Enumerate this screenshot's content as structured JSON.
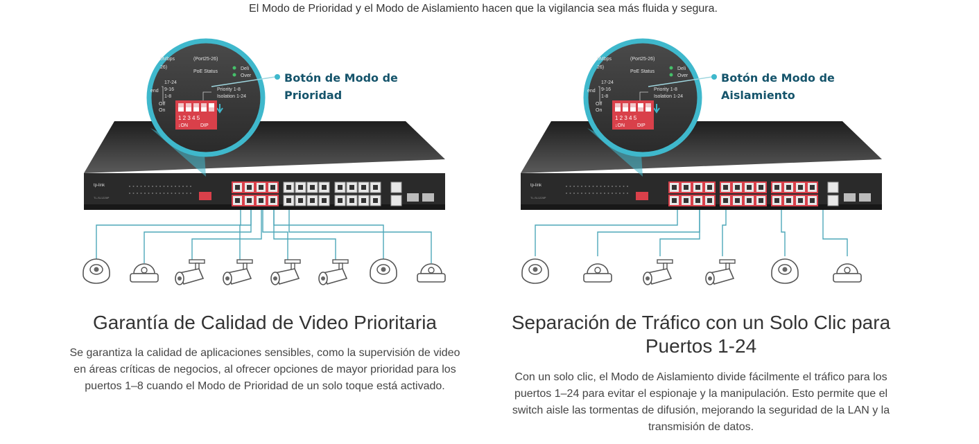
{
  "intro": "El Modo de Prioridad y el Modo de Aislamiento hacen que la vigilancia sea más fluida y segura.",
  "colors": {
    "callout": "#15546b",
    "accent": "#3fb8cc",
    "dip": "#d9404a",
    "line": "#4da7b9",
    "switch": "#2a2a2a"
  },
  "lens_labels": {
    "speed": "0Mbps",
    "port": "(Port25-26)",
    "six": "26)",
    "poe_status": "PoE Status",
    "deliver": "Deli",
    "over": "Over",
    "r1724": "17-24",
    "r916": "9-16",
    "r18": "1-8",
    "end": "end",
    "off": "Off",
    "on": "On",
    "priority": "Priority 1-8",
    "isolation": "Isolation 1-24",
    "dip_nums": "1 2 3 4 5",
    "dip_on": "↓ON",
    "dip_dip": "DIP"
  },
  "switch": {
    "brand": "tp-link",
    "model": "TL-SL1226P"
  },
  "panels": [
    {
      "callout_line1": "Botón de Modo de",
      "callout_line2": "Prioridad",
      "icons": [
        "dome-camera-icon",
        "dome-camera-icon",
        "bullet-camera-icon",
        "bullet-camera-icon",
        "bullet-camera-icon",
        "bullet-camera-icon",
        "dome-camera-icon",
        "dome-camera-icon"
      ],
      "title": "Garantía de Calidad de Video Prioritaria",
      "title2": "",
      "desc1": "Se garantiza la calidad de aplicaciones sensibles, como la supervisión de video",
      "desc2": "en áreas críticas de negocios, al ofrecer opciones de mayor prioridad para los",
      "desc3": "puertos 1–8 cuando el Modo de Prioridad de un solo toque está activado.",
      "desc4": ""
    },
    {
      "callout_line1": "Botón de Modo de",
      "callout_line2": "Aislamiento",
      "icons": [
        "dome-camera-icon",
        "dome-camera-icon",
        "bullet-camera-icon",
        "bullet-camera-icon",
        "dome-camera-icon",
        "dome-camera-icon"
      ],
      "title": "Separación de Tráfico con un Solo Clic para",
      "title2": "Puertos 1-24",
      "desc1": "Con un solo clic, el Modo de Aislamiento divide fácilmente el tráfico para los",
      "desc2": "puertos 1–24 para evitar el espionaje y la manipulación. Esto permite que el",
      "desc3": "switch aisle las tormentas de difusión, mejorando la seguridad de la LAN y la",
      "desc4": "transmisión de datos."
    }
  ]
}
